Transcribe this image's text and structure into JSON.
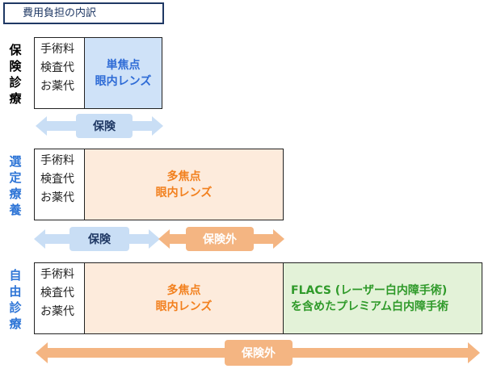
{
  "title": "費用負担の内訳",
  "fees": [
    "手術料",
    "検査代",
    "お薬代"
  ],
  "rows": [
    {
      "label": [
        "保",
        "険",
        "診",
        "療"
      ],
      "lens": [
        "単焦点",
        "眼内レンズ"
      ],
      "arrows": [
        {
          "label": "保険"
        }
      ]
    },
    {
      "label": [
        "選",
        "定",
        "療",
        "養"
      ],
      "lens": [
        "多焦点",
        "眼内レンズ"
      ],
      "arrows": [
        {
          "label": "保険"
        },
        {
          "label": "保険外"
        }
      ]
    },
    {
      "label": [
        "自",
        "由",
        "診",
        "療"
      ],
      "lens": [
        "多焦点",
        "眼内レンズ"
      ],
      "extra": [
        "FLACS (レーザー白内障手術)",
        "を含めたプレミアム白内障手術"
      ],
      "arrows": [
        {
          "label": "保険外"
        }
      ]
    }
  ],
  "colors": {
    "title_border": "#1f3864",
    "row1_label": "#000000",
    "row2_label": "#2e75d6",
    "row3_label": "#2e75d6",
    "mono_fill": "#cfe2f8",
    "mono_text": "#2e6bd6",
    "multi_fill": "#fdebdc",
    "multi_text": "#f2801e",
    "flacs_fill": "#e3f2d8",
    "flacs_text": "#2f9a2a",
    "insured_arrow": "#c9def5",
    "insured_text": "#1f3864",
    "uninsured_arrow": "#f4b582",
    "uninsured_text": "#ffffff"
  }
}
